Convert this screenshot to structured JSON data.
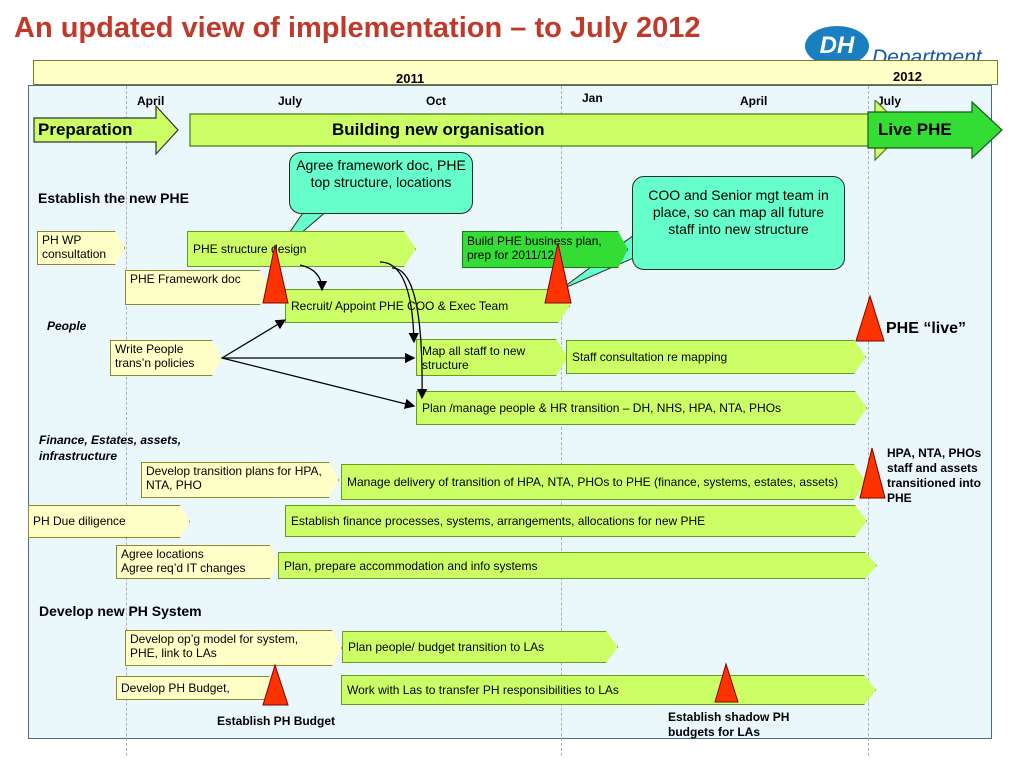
{
  "title": "An updated view of implementation – to July 2012",
  "logo": {
    "mark": "DH",
    "text": "Department"
  },
  "timeline": {
    "year_2011": "2011",
    "year_2012": "2012",
    "months": [
      "April",
      "July",
      "Oct",
      "Jan",
      "April",
      "July"
    ]
  },
  "phases": {
    "preparation": "Preparation",
    "building": "Building new organisation",
    "live": "Live PHE"
  },
  "callouts": {
    "framework": "Agree framework doc, PHE top structure, locations",
    "coo": "COO and Senior mgt team in place, so can map all future staff into new structure"
  },
  "sections": {
    "establish": "Establish the new PHE",
    "people": "People",
    "finance": "Finance, Estates, assets, infrastructure",
    "develop": "Develop new  PH System"
  },
  "items": {
    "ph_wp": "PH WP consultation",
    "phe_structure": "PHE structure design",
    "build_plan": "Build PHE business plan, prep for 2011/12",
    "framework_doc": "PHE Framework doc",
    "recruit": "Recruit/ Appoint PHE COO & Exec Team",
    "write_people": "Write People trans’n policies",
    "map_staff": "Map all staff  to new structure",
    "staff_consult": "Staff consultation re mapping",
    "plan_manage": "Plan /manage people & HR transition – DH, NHS, HPA, NTA, PHOs",
    "dev_transition": "Develop transition plans for HPA, NTA, PHO",
    "manage_delivery": "Manage delivery of  transition of HPA, NTA, PHOs to PHE (finance, systems, estates, assets)",
    "due_diligence": "PH Due diligence",
    "finance_proc": "Establish finance processes, systems, arrangements, allocations for new PHE",
    "agree_locations": "Agree locations",
    "agree_it": "Agree req’d IT changes",
    "plan_accom": "Plan, prepare accommodation and info systems",
    "dev_model": "Develop op’g model for system, PHE, link to LAs",
    "plan_budget": "Plan people/ budget transition to LAs",
    "dev_budget": "Develop PH Budget,",
    "work_las": "Work with Las to transfer PH responsibilities to LAs"
  },
  "milestones": {
    "phe_live": "PHE “live”",
    "transitioned": "HPA, NTA, PHOs staff and assets transitioned into PHE",
    "establish_budget": "Establish PH Budget",
    "shadow_budgets": "Establish shadow PH budgets for LAs"
  },
  "colors": {
    "title": "#c0392b",
    "bar": "#ccff66",
    "callout": "#66ffcc",
    "milestone": "#ff3300",
    "box": "#ffffc8",
    "green_box": "#33dd33"
  }
}
